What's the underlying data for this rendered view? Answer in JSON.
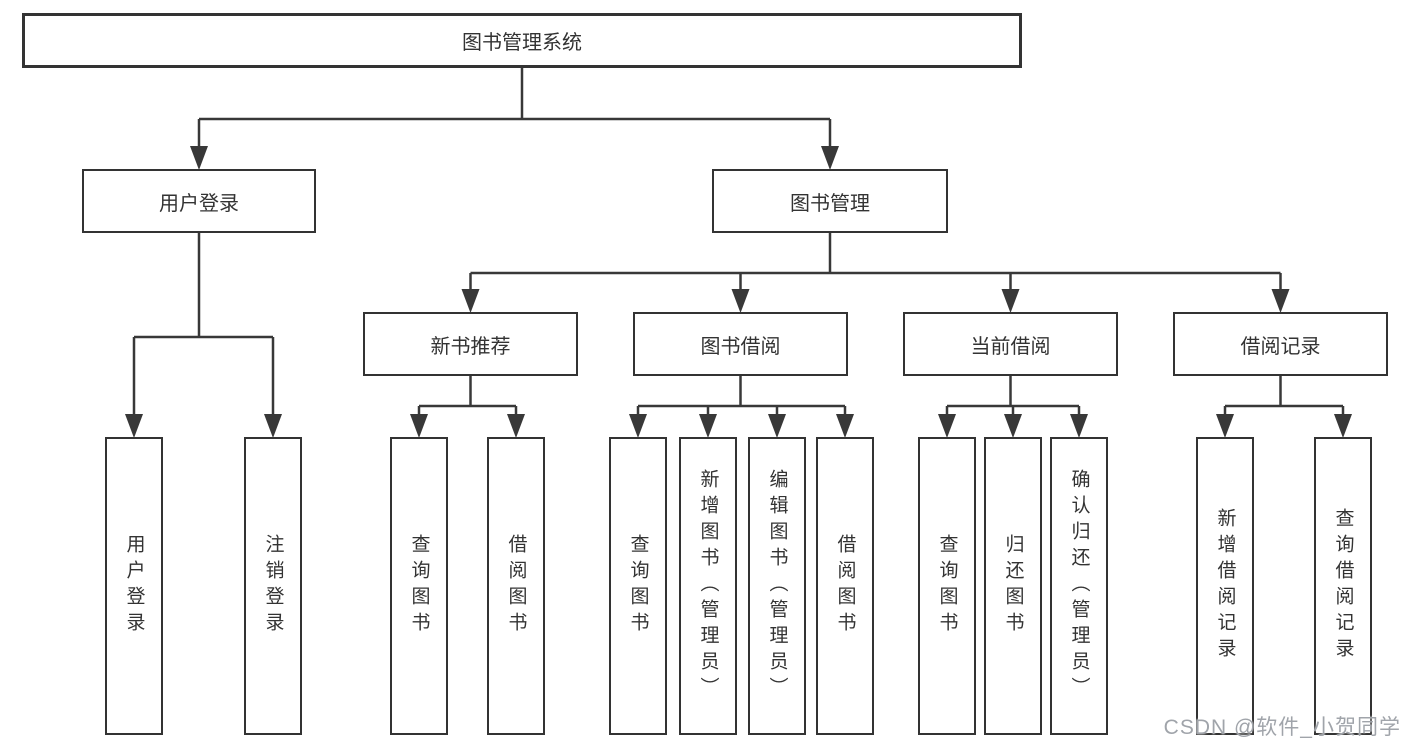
{
  "diagram": {
    "root": "图书管理系统",
    "branches": [
      {
        "label": "用户登录",
        "children": [
          "用户登录",
          "注销登录"
        ]
      },
      {
        "label": "图书管理",
        "children": [
          {
            "label": "新书推荐",
            "children": [
              "查询图书",
              "借阅图书"
            ]
          },
          {
            "label": "图书借阅",
            "children": [
              "查询图书",
              "新增图书（管理员）",
              "编辑图书（管理员）",
              "借阅图书"
            ]
          },
          {
            "label": "当前借阅",
            "children": [
              "查询图书",
              "归还图书",
              "确认归还（管理员）"
            ]
          },
          {
            "label": "借阅记录",
            "children": [
              "新增借阅记录",
              "查询借阅记录"
            ]
          }
        ]
      }
    ]
  },
  "watermark": "CSDN @软件_小贺同学",
  "colors": {
    "line": "#383838",
    "box_border": "#333333",
    "text": "#333333",
    "background": "#ffffff",
    "watermark": "#a0a4aa"
  }
}
